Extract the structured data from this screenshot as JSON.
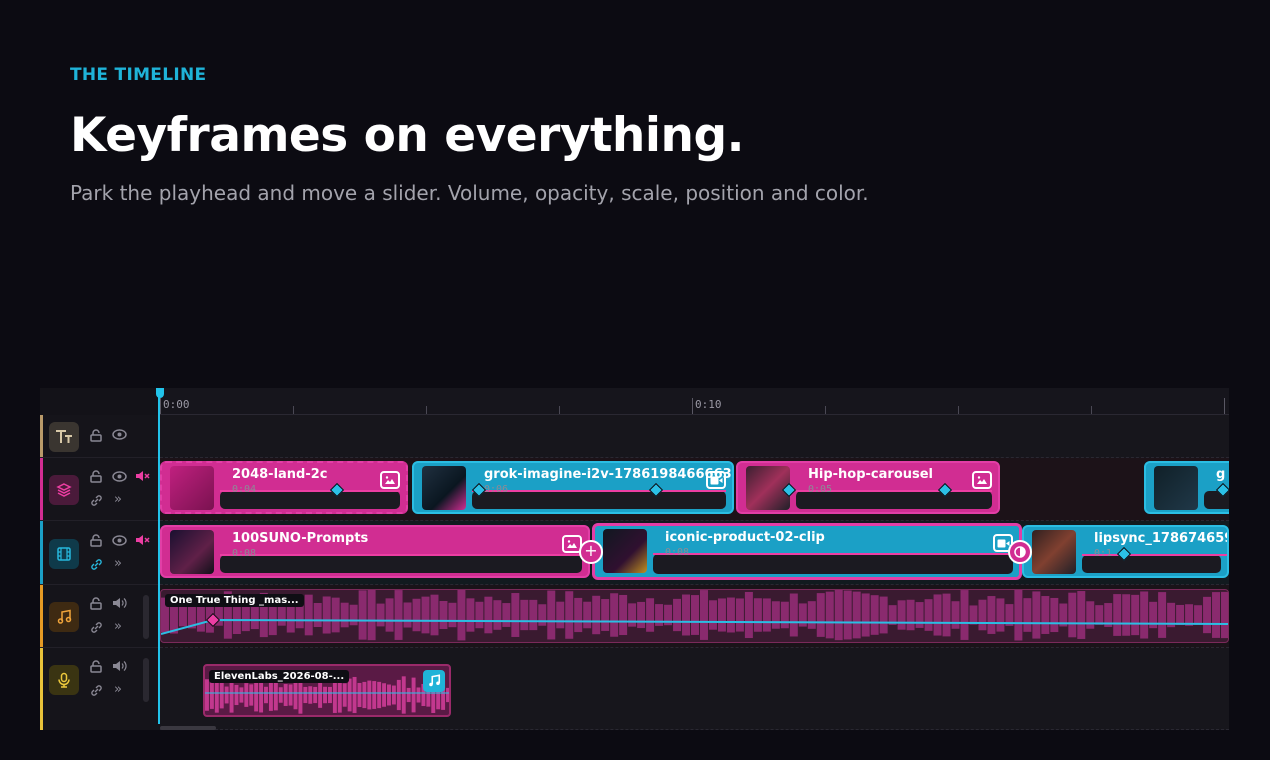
{
  "section": {
    "eyebrow": "THE TIMELINE",
    "title": "Keyframes on everything.",
    "subtitle": "Park the playhead and move a slider. Volume, opacity, scale, position and color."
  },
  "colors": {
    "accent_cyan": "#1fb3d8",
    "accent_pink": "#e23ea6",
    "background": "#0c0b12"
  },
  "ruler": {
    "labels": [
      "0:00",
      "0:10"
    ]
  },
  "tracks": [
    {
      "kind": "text",
      "icon": "text-icon"
    },
    {
      "kind": "overlay",
      "icon": "layers-icon"
    },
    {
      "kind": "video",
      "icon": "film-icon"
    },
    {
      "kind": "music",
      "icon": "music-icon"
    },
    {
      "kind": "voice",
      "icon": "microphone-icon"
    }
  ],
  "overlay_clips": [
    {
      "title": "2048-land-2c",
      "time": "0:04",
      "badge": "image-icon"
    },
    {
      "title": "grok-imagine-i2v-1786198466663",
      "time": "0:06",
      "badge": "video-icon"
    },
    {
      "title": "Hip-hop-carousel",
      "time": "0:05",
      "badge": "image-icon"
    },
    {
      "title": "g",
      "time": "",
      "badge": ""
    }
  ],
  "video_clips": [
    {
      "title": "100SUNO-Prompts",
      "time": "0:08",
      "badge": "image-icon"
    },
    {
      "title": "iconic-product-02-clip",
      "time": "0:08",
      "badge": "video-icon"
    },
    {
      "title": "lipsync_17867465909",
      "time": "0:1",
      "badge": ""
    }
  ],
  "music_clip": {
    "label": "One True Thing _mas..."
  },
  "voice_clip": {
    "label": "ElevenLabs_2026-08-..."
  }
}
